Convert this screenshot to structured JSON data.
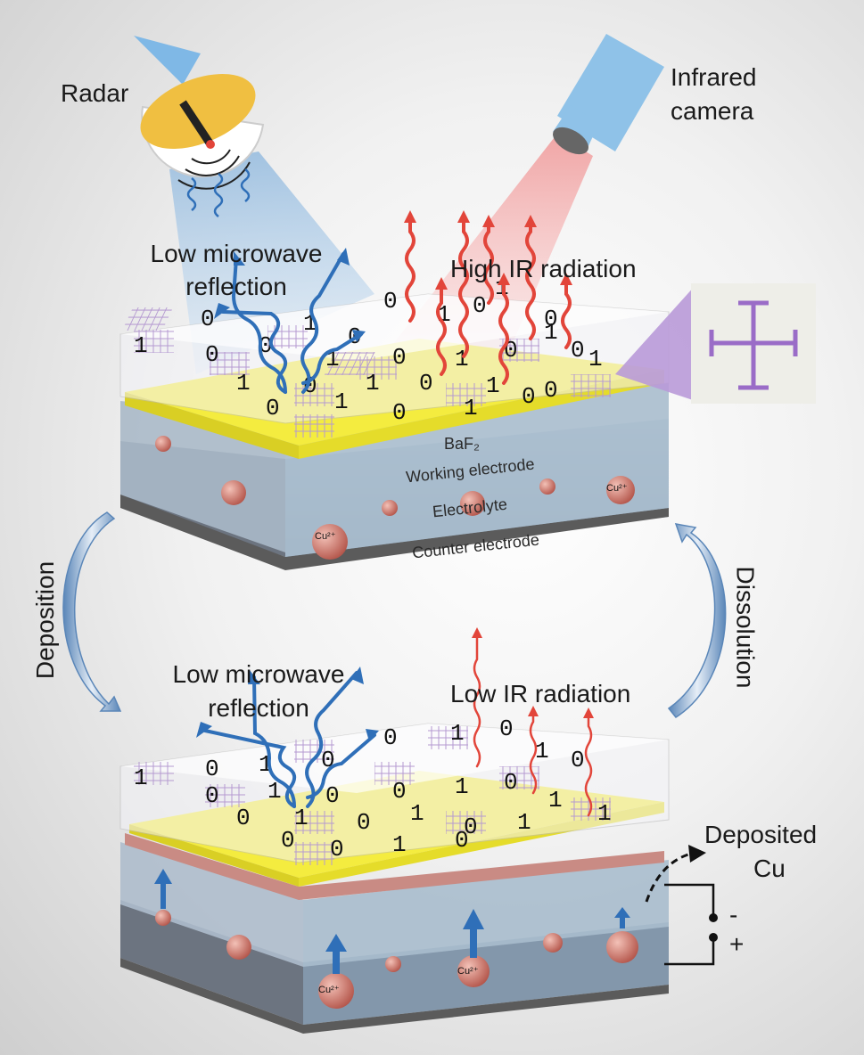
{
  "labels": {
    "radar": "Radar",
    "infrared_camera_line1": "Infrared",
    "infrared_camera_line2": "camera",
    "top_microwave_line1": "Low microwave",
    "top_microwave_line2": "reflection",
    "top_ir": "High IR radiation",
    "baf2": "BaF₂",
    "working_electrode": "Working electrode",
    "electrolyte": "Electrolyte",
    "counter_electrode": "Counter electrode",
    "cu_ion": "Cu²⁺",
    "deposition": "Deposition",
    "dissolution": "Dissolution",
    "bottom_microwave_line1": "Low microwave",
    "bottom_microwave_line2": "reflection",
    "bottom_ir": "Low IR radiation",
    "deposited_line1": "Deposited",
    "deposited_line2": "Cu",
    "minus": "-",
    "plus": "+"
  },
  "coding_bits_top": [
    "1",
    "0",
    "1",
    "0",
    "0",
    "1",
    "0",
    "1",
    "0",
    "1",
    "0",
    "1",
    "0",
    "0",
    "1",
    "0",
    "1",
    "0",
    "1",
    "0",
    "1",
    "0",
    "1",
    "0",
    "0",
    "1",
    "0",
    "1",
    "0"
  ],
  "coding_bits_bottom": [
    "1",
    "0",
    "1",
    "0",
    "0",
    "1",
    "0",
    "1",
    "0",
    "1",
    "0",
    "1",
    "0",
    "0",
    "1",
    "0",
    "1",
    "0",
    "1",
    "0",
    "1",
    "0",
    "1",
    "0",
    "0",
    "1",
    "0"
  ],
  "colors": {
    "microwave": "#2f6fb8",
    "ir": "#e2453a",
    "electrode": "#f4ec3f",
    "electrolyte": "#9fb3c6",
    "cu_ion": "#c8675a",
    "pattern": "#b59ad1",
    "radar_dish": "#f0bf41",
    "camera": "#8fc2e8"
  }
}
